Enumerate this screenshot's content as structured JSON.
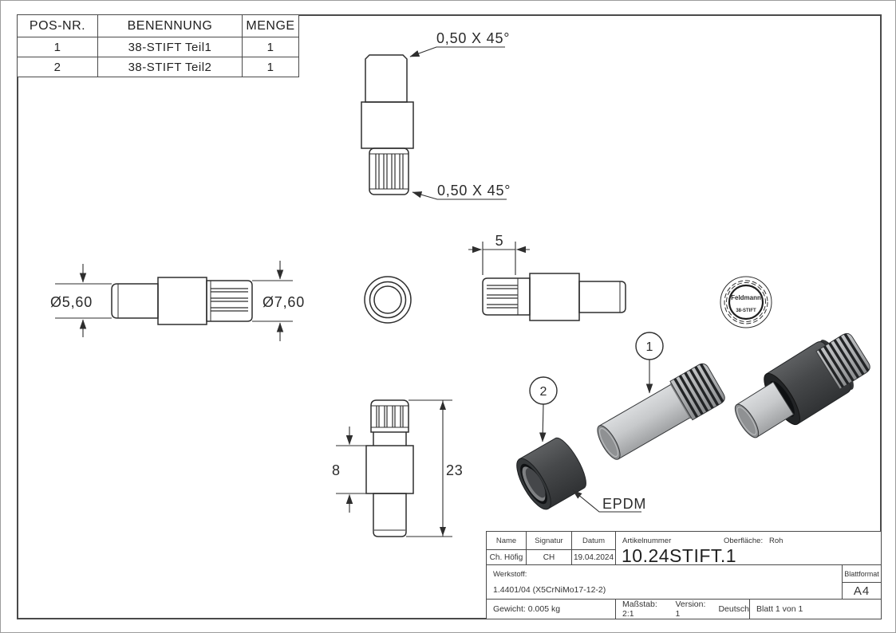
{
  "drawing": {
    "line_color": "#2e2e2e",
    "frame_color": "#4a4a4a",
    "background": "#ffffff",
    "part_light_gray": "#c7c9cb",
    "part_dark_gray": "#47494b"
  },
  "bom_table": {
    "headers": [
      "POS-NR.",
      "BENENNUNG",
      "MENGE"
    ],
    "rows": [
      {
        "pos": "1",
        "name": "38-STIFT Teil1",
        "qty": "1"
      },
      {
        "pos": "2",
        "name": "38-STIFT Teil2",
        "qty": "1"
      }
    ]
  },
  "dimensions": {
    "chamfer_top": "0,50 X 45°",
    "chamfer_bottom": "0,50 X 45°",
    "dia_small": "Ø5,60",
    "dia_large": "Ø7,60",
    "knurl_length": "5",
    "mid_section_length": "8",
    "total_length": "23"
  },
  "labels": {
    "material_callout": "EPDM"
  },
  "balloons": {
    "item1": "1",
    "item2": "2"
  },
  "logo": {
    "line1": "Feldmann",
    "line2": "38-STIFT"
  },
  "title_block": {
    "name_label": "Name",
    "signature_label": "Signatur",
    "date_label": "Datum",
    "name_value": "Ch. Höfig",
    "signature_value": "CH",
    "date_value": "19.04.2024",
    "article_label": "Artikelnummer",
    "article_value": "10.24STIFT.1",
    "surface_label": "Oberfläche:",
    "surface_value": "Roh",
    "material_label": "Werkstoff:",
    "material_value": "1.4401/04 (X5CrNiMo17-12-2)",
    "sheet_format_label": "Blattformat",
    "sheet_format_value": "A4",
    "weight": "Gewicht: 0.005 kg",
    "scale": "Maßstab: 2:1",
    "version": "Version: 1",
    "language": "Deutsch",
    "sheet": "Blatt 1 von 1"
  }
}
